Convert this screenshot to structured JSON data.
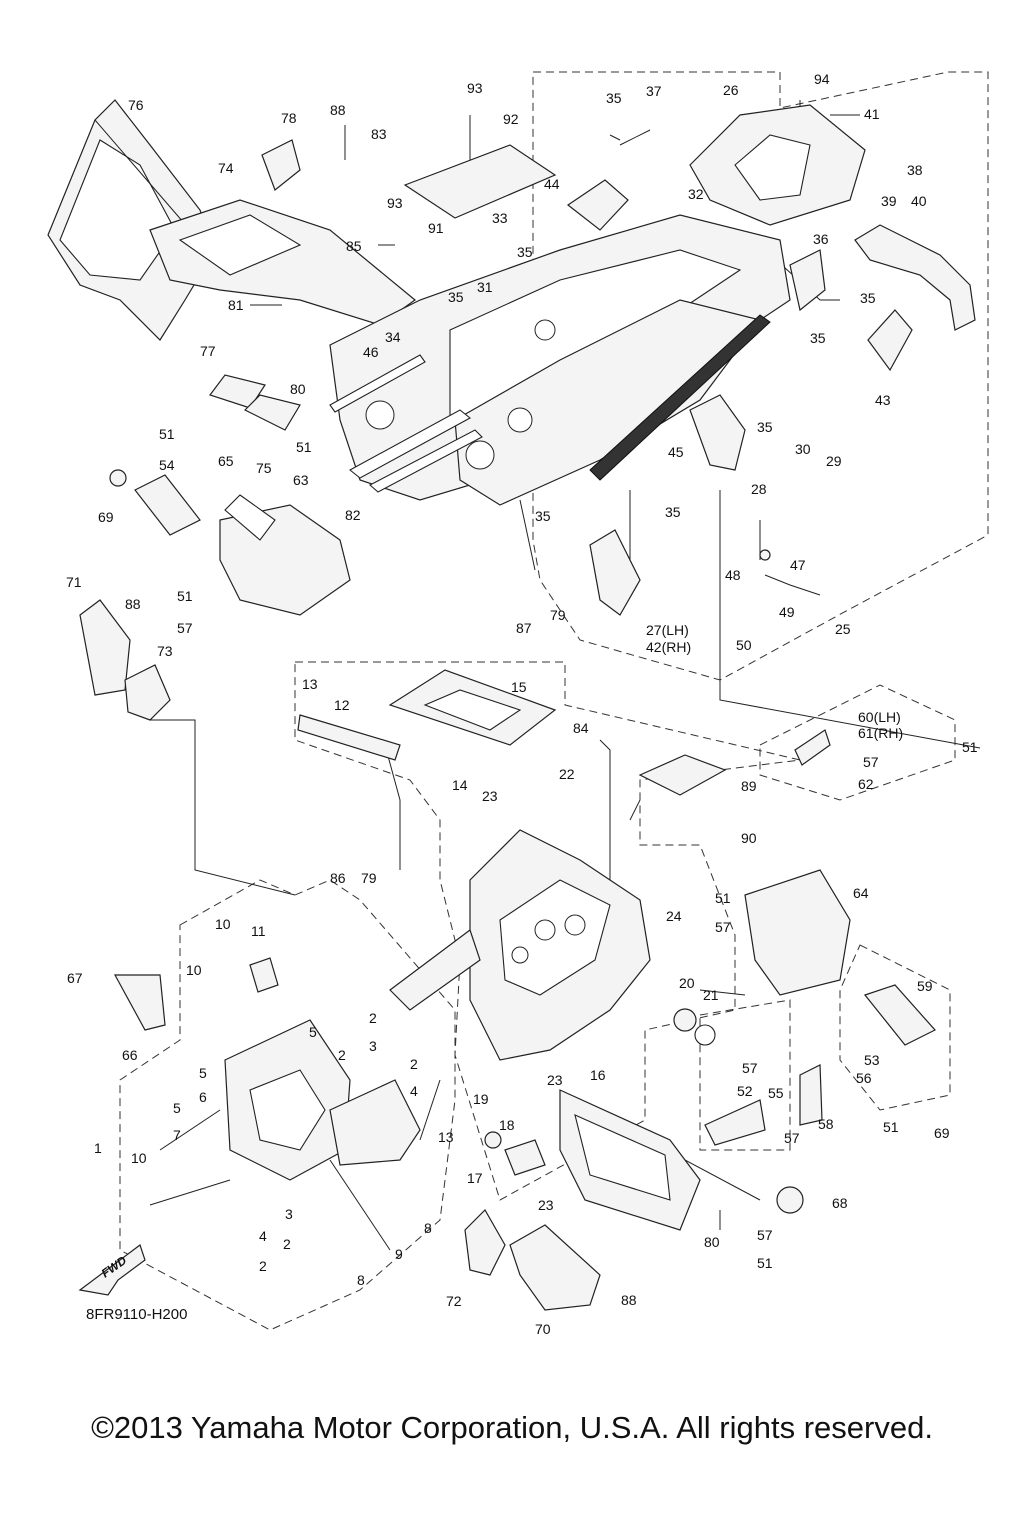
{
  "diagram_code": "8FR9110-H200",
  "copyright": "©2013 Yamaha Motor Corporation, U.S.A. All rights reserved.",
  "fwd_label": "FWD",
  "labels": [
    {
      "id": "l93a",
      "text": "93"
    },
    {
      "id": "l94",
      "text": "94"
    },
    {
      "id": "l35a",
      "text": "35"
    },
    {
      "id": "l37",
      "text": "37"
    },
    {
      "id": "l26",
      "text": "26"
    },
    {
      "id": "l41",
      "text": "41"
    },
    {
      "id": "l76",
      "text": "76"
    },
    {
      "id": "l88a",
      "text": "88"
    },
    {
      "id": "l92",
      "text": "92"
    },
    {
      "id": "l78",
      "text": "78"
    },
    {
      "id": "l83",
      "text": "83"
    },
    {
      "id": "l74",
      "text": "74"
    },
    {
      "id": "l44",
      "text": "44"
    },
    {
      "id": "l32",
      "text": "32"
    },
    {
      "id": "l38",
      "text": "38"
    },
    {
      "id": "l39",
      "text": "39"
    },
    {
      "id": "l40",
      "text": "40"
    },
    {
      "id": "l93b",
      "text": "93"
    },
    {
      "id": "l91",
      "text": "91"
    },
    {
      "id": "l33",
      "text": "33"
    },
    {
      "id": "l85",
      "text": "85"
    },
    {
      "id": "l35b",
      "text": "35"
    },
    {
      "id": "l36",
      "text": "36"
    },
    {
      "id": "l31",
      "text": "31"
    },
    {
      "id": "l35c",
      "text": "35"
    },
    {
      "id": "l35d",
      "text": "35"
    },
    {
      "id": "l81",
      "text": "81"
    },
    {
      "id": "l35e",
      "text": "35"
    },
    {
      "id": "l34",
      "text": "34"
    },
    {
      "id": "l77",
      "text": "77"
    },
    {
      "id": "l46",
      "text": "46"
    },
    {
      "id": "l43",
      "text": "43"
    },
    {
      "id": "l80a",
      "text": "80"
    },
    {
      "id": "l35f",
      "text": "35"
    },
    {
      "id": "l30",
      "text": "30"
    },
    {
      "id": "l29",
      "text": "29"
    },
    {
      "id": "l51a",
      "text": "51"
    },
    {
      "id": "l54",
      "text": "54"
    },
    {
      "id": "l65",
      "text": "65"
    },
    {
      "id": "l75",
      "text": "75"
    },
    {
      "id": "l45",
      "text": "45"
    },
    {
      "id": "l28",
      "text": "28"
    },
    {
      "id": "l51b",
      "text": "51"
    },
    {
      "id": "l63",
      "text": "63"
    },
    {
      "id": "l69a",
      "text": "69"
    },
    {
      "id": "l82",
      "text": "82"
    },
    {
      "id": "l35g",
      "text": "35"
    },
    {
      "id": "l35h",
      "text": "35"
    },
    {
      "id": "l47",
      "text": "47"
    },
    {
      "id": "l48",
      "text": "48"
    },
    {
      "id": "l49",
      "text": "49"
    },
    {
      "id": "l71",
      "text": "71"
    },
    {
      "id": "l88b",
      "text": "88"
    },
    {
      "id": "l51c",
      "text": "51"
    },
    {
      "id": "l57a",
      "text": "57"
    },
    {
      "id": "l87",
      "text": "87"
    },
    {
      "id": "l79a",
      "text": "79"
    },
    {
      "id": "l27",
      "text": "27(LH)"
    },
    {
      "id": "l42",
      "text": "42(RH)"
    },
    {
      "id": "l50",
      "text": "50"
    },
    {
      "id": "l25",
      "text": "25"
    },
    {
      "id": "l73",
      "text": "73"
    },
    {
      "id": "l13a",
      "text": "13"
    },
    {
      "id": "l15",
      "text": "15"
    },
    {
      "id": "l12",
      "text": "12"
    },
    {
      "id": "l60",
      "text": "60(LH)"
    },
    {
      "id": "l61",
      "text": "61(RH)"
    },
    {
      "id": "l51d",
      "text": "51"
    },
    {
      "id": "l84",
      "text": "84"
    },
    {
      "id": "l57b",
      "text": "57"
    },
    {
      "id": "l62",
      "text": "62"
    },
    {
      "id": "l89",
      "text": "89"
    },
    {
      "id": "l14",
      "text": "14"
    },
    {
      "id": "l22",
      "text": "22"
    },
    {
      "id": "l23a",
      "text": "23"
    },
    {
      "id": "l90",
      "text": "90"
    },
    {
      "id": "l86",
      "text": "86"
    },
    {
      "id": "l79b",
      "text": "79"
    },
    {
      "id": "l64",
      "text": "64"
    },
    {
      "id": "l51e",
      "text": "51"
    },
    {
      "id": "l57c",
      "text": "57"
    },
    {
      "id": "l10a",
      "text": "10"
    },
    {
      "id": "l11",
      "text": "11"
    },
    {
      "id": "l24",
      "text": "24"
    },
    {
      "id": "l67",
      "text": "67"
    },
    {
      "id": "l10b",
      "text": "10"
    },
    {
      "id": "l20",
      "text": "20"
    },
    {
      "id": "l21",
      "text": "21"
    },
    {
      "id": "l59",
      "text": "59"
    },
    {
      "id": "l66",
      "text": "66"
    },
    {
      "id": "l5a",
      "text": "5"
    },
    {
      "id": "l2a",
      "text": "2"
    },
    {
      "id": "l3a",
      "text": "3"
    },
    {
      "id": "l2b",
      "text": "2"
    },
    {
      "id": "l2c",
      "text": "2"
    },
    {
      "id": "l4a",
      "text": "4"
    },
    {
      "id": "l53",
      "text": "53"
    },
    {
      "id": "l5b",
      "text": "5"
    },
    {
      "id": "l6",
      "text": "6"
    },
    {
      "id": "l57d",
      "text": "57"
    },
    {
      "id": "l52",
      "text": "52"
    },
    {
      "id": "l56",
      "text": "56"
    },
    {
      "id": "l55",
      "text": "55"
    },
    {
      "id": "l23b",
      "text": "23"
    },
    {
      "id": "l16",
      "text": "16"
    },
    {
      "id": "l19",
      "text": "19"
    },
    {
      "id": "l18",
      "text": "18"
    },
    {
      "id": "l58",
      "text": "58"
    },
    {
      "id": "l51f",
      "text": "51"
    },
    {
      "id": "l69b",
      "text": "69"
    },
    {
      "id": "l57e",
      "text": "57"
    },
    {
      "id": "l5c",
      "text": "5"
    },
    {
      "id": "l7",
      "text": "7"
    },
    {
      "id": "l13b",
      "text": "13"
    },
    {
      "id": "l1",
      "text": "1"
    },
    {
      "id": "l10c",
      "text": "10"
    },
    {
      "id": "l17",
      "text": "17"
    },
    {
      "id": "l23c",
      "text": "23"
    },
    {
      "id": "l68",
      "text": "68"
    },
    {
      "id": "l3b",
      "text": "3"
    },
    {
      "id": "l4b",
      "text": "4"
    },
    {
      "id": "l2d",
      "text": "2"
    },
    {
      "id": "l2e",
      "text": "2"
    },
    {
      "id": "l8a",
      "text": "8"
    },
    {
      "id": "l9",
      "text": "9"
    },
    {
      "id": "l80b",
      "text": "80"
    },
    {
      "id": "l57f",
      "text": "57"
    },
    {
      "id": "l51g",
      "text": "51"
    },
    {
      "id": "l8b",
      "text": "8"
    },
    {
      "id": "l72",
      "text": "72"
    },
    {
      "id": "l88c",
      "text": "88"
    },
    {
      "id": "l70",
      "text": "70"
    }
  ]
}
